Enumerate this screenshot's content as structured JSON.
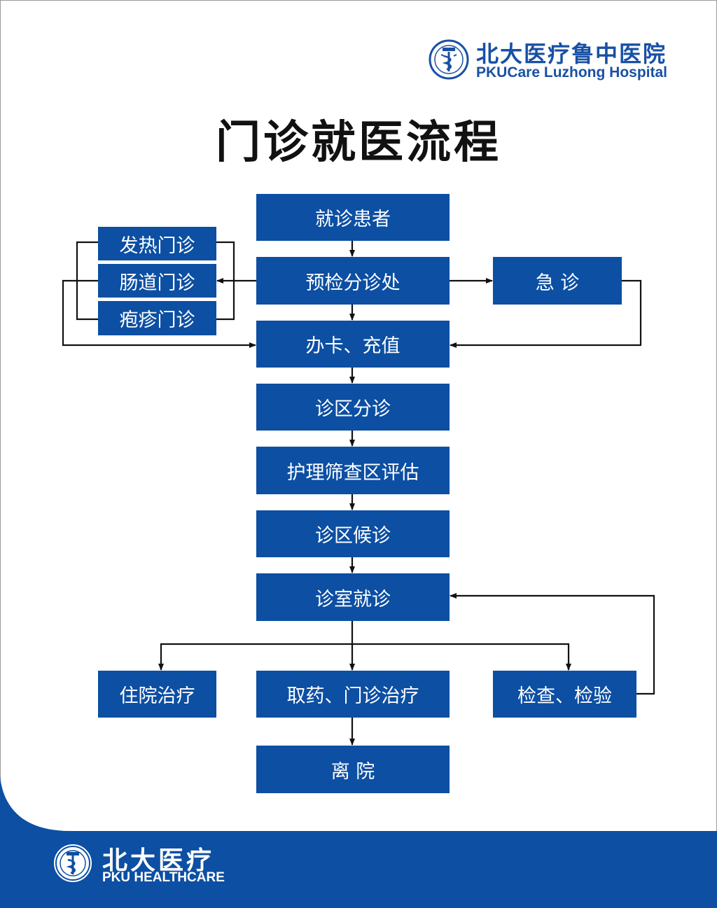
{
  "header": {
    "logo_cn": "北大医疗鲁中医院",
    "logo_en": "PKUCare Luzhong Hospital",
    "logo_icon": "pku-healthcare-emblem-icon"
  },
  "title": "门诊就医流程",
  "nodes": {
    "patient": "就诊患者",
    "triage": "预检分诊处",
    "emergency": "急 诊",
    "fever": "发热门诊",
    "intestinal": "肠道门诊",
    "herpes": "疱疹门诊",
    "card": "办卡、充值",
    "area_triage": "诊区分诊",
    "nurse_screen": "护理筛查区评估",
    "waiting": "诊区候诊",
    "consult": "诊室就诊",
    "inpatient": "住院治疗",
    "medicine": "取药、门诊治疗",
    "exam": "检查、检验",
    "leave": "离 院"
  },
  "footer": {
    "logo_cn": "北大医疗",
    "logo_en": "PKU HEALTHCARE",
    "logo_icon": "pku-healthcare-emblem-icon"
  },
  "colors": {
    "box": "#0c4fa3",
    "brand": "#1850a4",
    "footer": "#0c4fa3",
    "line": "#111111"
  }
}
